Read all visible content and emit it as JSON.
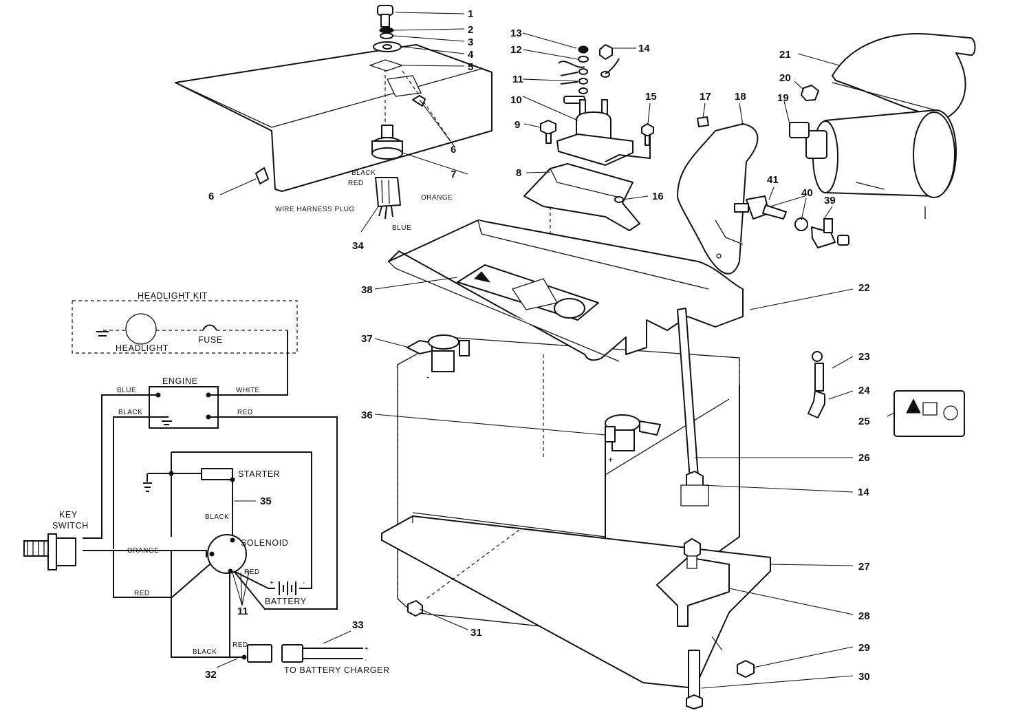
{
  "callouts": {
    "c1": "1",
    "c2": "2",
    "c3": "3",
    "c4": "4",
    "c5": "5",
    "c6a": "6",
    "c6b": "6",
    "c7": "7",
    "c8": "8",
    "c9": "9",
    "c10": "10",
    "c11a": "11",
    "c11b": "11",
    "c12": "12",
    "c13": "13",
    "c14a": "14",
    "c14b": "14",
    "c15": "15",
    "c16": "16",
    "c17": "17",
    "c18": "18",
    "c19": "19",
    "c20": "20",
    "c21": "21",
    "c22": "22",
    "c23": "23",
    "c24": "24",
    "c25": "25",
    "c26": "26",
    "c27": "27",
    "c28": "28",
    "c29": "29",
    "c30": "30",
    "c31": "31",
    "c32": "32",
    "c33": "33",
    "c34": "34",
    "c35": "35",
    "c36": "36",
    "c37": "37",
    "c38": "38",
    "c39": "39",
    "c40": "40",
    "c41": "41"
  },
  "plug_labels": {
    "black": "BLACK",
    "red": "RED",
    "orange": "ORANGE",
    "blue": "BLUE",
    "plug": "WIRE HARNESS PLUG"
  },
  "schematic": {
    "headlight_kit": "HEADLIGHT KIT",
    "headlight": "HEADLIGHT",
    "fuse": "FUSE",
    "engine": "ENGINE",
    "blue": "BLUE",
    "white": "WHITE",
    "black_engine": "BLACK",
    "red_engine": "RED",
    "starter": "STARTER",
    "black_starter": "BLACK",
    "solenoid": "SOLENOID",
    "key_switch_1": "KEY",
    "key_switch_2": "SWITCH",
    "orange": "ORANGE",
    "red_key": "RED",
    "red_sol": "RED",
    "battery": "BATTERY",
    "black_bottom": "BLACK",
    "red_bottom": "RED",
    "to_charger": "TO BATTERY CHARGER",
    "plus1": "+",
    "minus1": "-",
    "plus2": "+",
    "minus2": "-"
  },
  "battery_marks": {
    "neg": "-",
    "pos": "+"
  }
}
